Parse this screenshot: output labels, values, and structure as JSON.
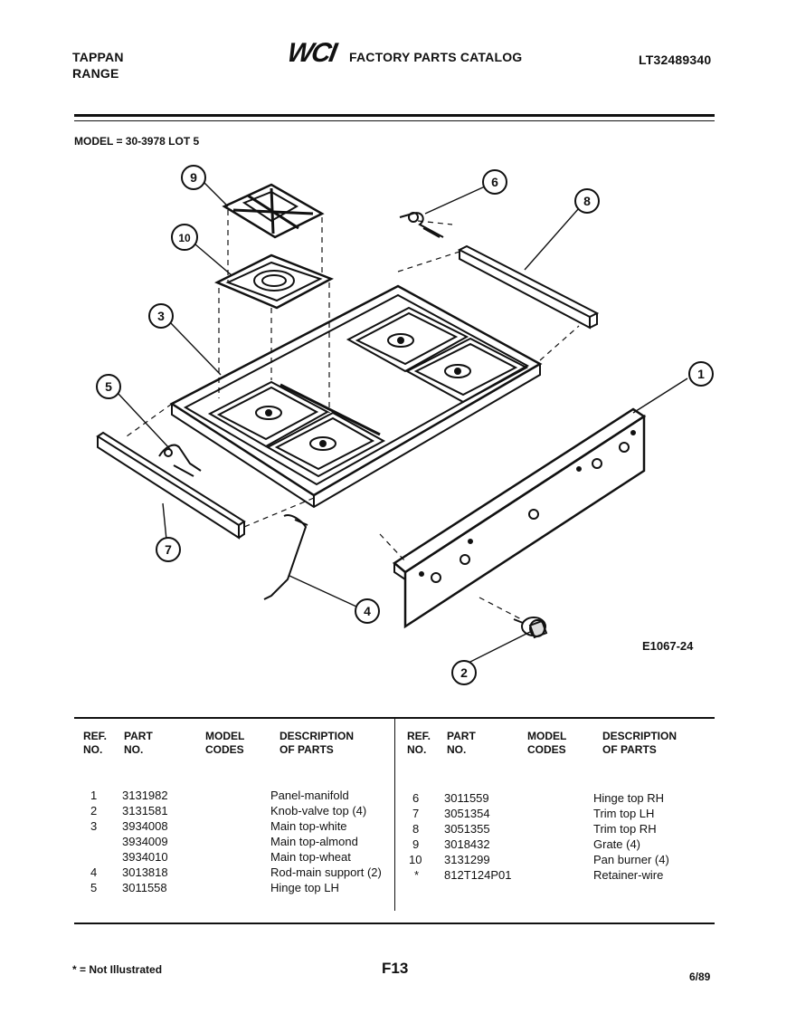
{
  "header": {
    "brand_line1": "TAPPAN",
    "brand_line2": "RANGE",
    "logo": "WCI",
    "catalog_title": "FACTORY PARTS CATALOG",
    "catalog_number": "LT32489340"
  },
  "model_line": "MODEL = 30-3978 LOT 5",
  "diagram": {
    "callouts": [
      "1",
      "2",
      "3",
      "4",
      "5",
      "6",
      "7",
      "8",
      "9",
      "10"
    ],
    "figure_id": "E1067-24"
  },
  "table": {
    "headers": {
      "ref_no": [
        "REF.",
        "NO."
      ],
      "part_no": [
        "PART",
        "NO."
      ],
      "model_codes": [
        "MODEL",
        "CODES"
      ],
      "description": [
        "DESCRIPTION",
        "OF PARTS"
      ]
    },
    "left_rows": [
      {
        "ref": "1",
        "part": "3131982",
        "desc": "Panel-manifold"
      },
      {
        "ref": "2",
        "part": "3131581",
        "desc": "Knob-valve top (4)"
      },
      {
        "ref": "3",
        "part": "3934008",
        "desc": "Main top-white"
      },
      {
        "ref": "",
        "part": "3934009",
        "desc": "Main top-almond"
      },
      {
        "ref": "",
        "part": "3934010",
        "desc": "Main top-wheat"
      },
      {
        "ref": "4",
        "part": "3013818",
        "desc": "Rod-main support (2)"
      },
      {
        "ref": "5",
        "part": "3011558",
        "desc": "Hinge top LH"
      }
    ],
    "right_rows": [
      {
        "ref": "6",
        "part": "3011559",
        "desc": "Hinge top RH"
      },
      {
        "ref": "7",
        "part": "3051354",
        "desc": "Trim top LH"
      },
      {
        "ref": "8",
        "part": "3051355",
        "desc": "Trim top RH"
      },
      {
        "ref": "9",
        "part": "3018432",
        "desc": "Grate (4)"
      },
      {
        "ref": "10",
        "part": "3131299",
        "desc": "Pan burner (4)"
      },
      {
        "ref": "*",
        "part": "812T124P01",
        "desc": "Retainer-wire"
      }
    ]
  },
  "footer": {
    "note": "* = Not Illustrated",
    "page": "F13",
    "date": "6/89"
  }
}
